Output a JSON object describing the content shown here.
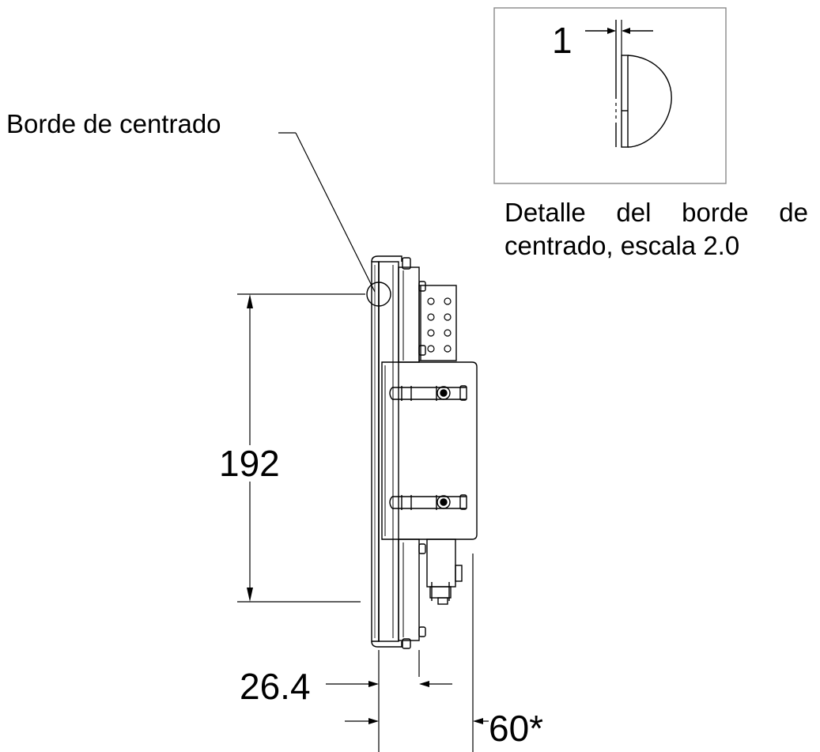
{
  "labels": {
    "centering_edge": "Borde de centrado",
    "detail_caption_line1": "Detalle del borde de",
    "detail_caption_line2": "centrado, escala 2.0"
  },
  "dimensions": {
    "detail_gap": "1",
    "height": "192",
    "depth_front": "26.4",
    "depth_total": "60*"
  }
}
